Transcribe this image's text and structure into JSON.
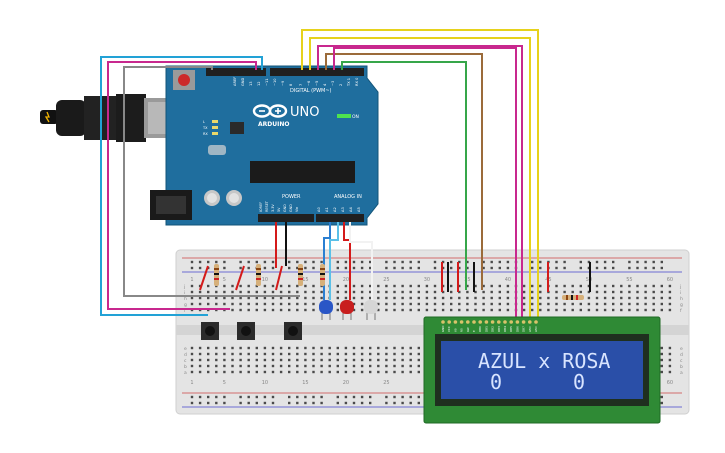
{
  "arduino": {
    "logo": "ARDUINO",
    "model": "UNO",
    "digital_label": "DIGITAL (PWM~)",
    "power_label": "POWER",
    "analog_label": "ANALOG IN",
    "on_label": "ON",
    "led_labels": [
      "L",
      "TX",
      "RX"
    ],
    "top_pin_labels": [
      "AREF",
      "GND",
      "13",
      "12",
      "~11",
      "~10",
      "~9",
      "8",
      "7",
      "~6",
      "~5",
      "4",
      "~3",
      "2",
      "TX 1",
      "RX 0"
    ],
    "power_pin_labels": [
      "IOREF",
      "RESET",
      "3.3V",
      "5V",
      "GND",
      "GND",
      "Vin"
    ],
    "analog_pin_labels": [
      "A0",
      "A1",
      "A2",
      "A3",
      "A4",
      "A5"
    ]
  },
  "breadboard": {
    "row_letters": [
      "j",
      "i",
      "h",
      "g",
      "f",
      "e",
      "d",
      "c",
      "b",
      "a"
    ],
    "column_numbers": [
      "1",
      "5",
      "10",
      "15",
      "20",
      "25",
      "30",
      "35",
      "40",
      "45",
      "50",
      "55",
      "60"
    ]
  },
  "lcd": {
    "line1": "AZUL x ROSA",
    "line2_left": "0",
    "line2_right": "0",
    "pin_labels": [
      "GND",
      "VCC",
      "V0",
      "RS",
      "RW",
      "E",
      "DB0",
      "DB1",
      "DB2",
      "DB3",
      "DB4",
      "DB5",
      "DB6",
      "DB7",
      "LED",
      "LED"
    ]
  },
  "colors": {
    "board": "#1f6e9e",
    "breadboard": "#e6e6e6",
    "lcd_pcb": "#2f8a35",
    "lcd_screen": "#2a4fa8",
    "led_blue": "#2a56c6",
    "led_red": "#c81e1e",
    "led_white": "#d6d6d6"
  }
}
